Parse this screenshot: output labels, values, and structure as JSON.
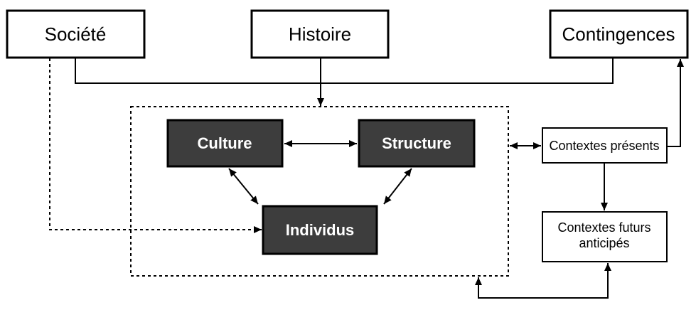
{
  "diagram": {
    "title": "",
    "nodes": {
      "societe": {
        "label": "Société",
        "shape": "white-box"
      },
      "histoire": {
        "label": "Histoire",
        "shape": "white-box"
      },
      "contingences": {
        "label": "Contingences",
        "shape": "white-box"
      },
      "culture": {
        "label": "Culture",
        "shape": "dark-box"
      },
      "structure": {
        "label": "Structure",
        "shape": "dark-box"
      },
      "individus": {
        "label": "Individus",
        "shape": "dark-box"
      },
      "contextes_presents": {
        "label": "Contextes présents",
        "shape": "white-box"
      },
      "contextes_futurs": {
        "label": "Contextes futurs anticipés",
        "lines": [
          "Contextes futurs",
          "anticipés"
        ],
        "shape": "white-box"
      },
      "system_boundary": {
        "label": "",
        "shape": "dashed-rectangle",
        "contains": [
          "Culture",
          "Structure",
          "Individus"
        ]
      }
    },
    "edges": [
      {
        "id": "societe-contingences-bus",
        "from": "Société",
        "to": "Contingences",
        "style": "solid",
        "arrows": "none"
      },
      {
        "id": "histoire-system",
        "from": "Histoire",
        "to": "system_boundary",
        "style": "solid",
        "arrows": "end"
      },
      {
        "id": "societe-individus",
        "from": "Société",
        "to": "Individus",
        "style": "dashed",
        "arrows": "end"
      },
      {
        "id": "culture-structure",
        "from": "Culture",
        "to": "Structure",
        "style": "solid",
        "arrows": "both"
      },
      {
        "id": "culture-individus",
        "from": "Culture",
        "to": "Individus",
        "style": "solid",
        "arrows": "both"
      },
      {
        "id": "structure-individus",
        "from": "Structure",
        "to": "Individus",
        "style": "solid",
        "arrows": "both"
      },
      {
        "id": "system-contextes-presents",
        "from": "system_boundary",
        "to": "Contextes présents",
        "style": "solid",
        "arrows": "both"
      },
      {
        "id": "contextes-presents-futurs",
        "from": "Contextes présents",
        "to": "Contextes futurs anticipés",
        "style": "solid",
        "arrows": "end"
      },
      {
        "id": "contextes-presents-contingences",
        "from": "Contextes présents",
        "to": "Contingences",
        "style": "solid",
        "arrows": "end"
      },
      {
        "id": "contextes-futurs-system",
        "from": "Contextes futurs anticipés",
        "to": "system_boundary",
        "style": "solid",
        "arrows": "both"
      }
    ],
    "colors": {
      "box_dark_fill": "#3d3d3d",
      "box_dark_text": "#ffffff",
      "box_light_fill": "#ffffff",
      "stroke": "#000000",
      "background": "#ffffff"
    }
  }
}
